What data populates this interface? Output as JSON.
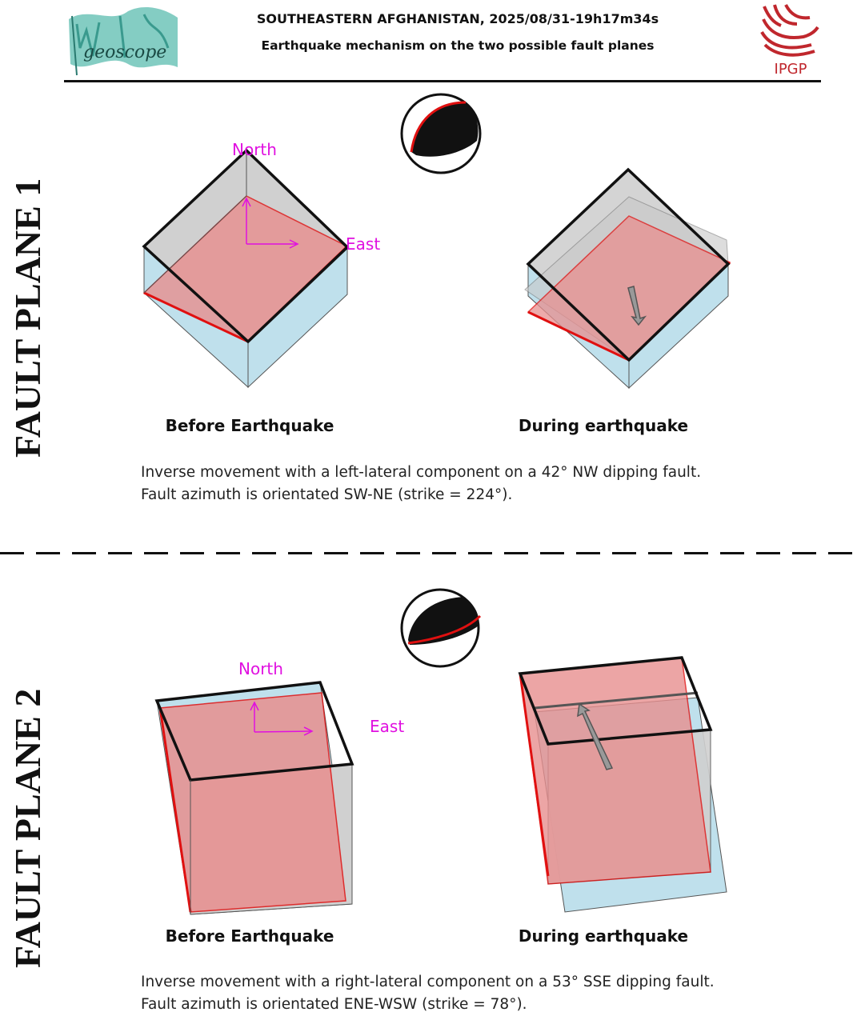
{
  "header": {
    "title": "SOUTHEASTERN AFGHANISTAN, 2025/08/31-19h17m34s",
    "subtitle": "Earthquake mechanism on the two possible fault planes",
    "left_logo_text": "geoscope",
    "right_logo_text": "IPGP"
  },
  "colors": {
    "fault_plane": "#e88f8f",
    "block_bottom": "#bfe0ec",
    "block_gray": "#d0d0d0",
    "axis": "#e010e0",
    "fault_edge": "#e01010"
  },
  "panels": [
    {
      "side_label": "FAULT PLANE 1",
      "north_label": "North",
      "east_label": "East",
      "before_caption": "Before Earthquake",
      "during_caption": "During earthquake",
      "description_line1": "Inverse movement with a left-lateral component on a 42° NW dipping fault.",
      "description_line2": "Fault azimuth is orientated SW-NE (strike = 224°)."
    },
    {
      "side_label": "FAULT PLANE 2",
      "north_label": "North",
      "east_label": "East",
      "before_caption": "Before Earthquake",
      "during_caption": "During earthquake",
      "description_line1": "Inverse movement with a right-lateral component on a 53° SSE dipping fault.",
      "description_line2": "Fault azimuth is orientated ENE-WSW (strike = 78°)."
    }
  ]
}
